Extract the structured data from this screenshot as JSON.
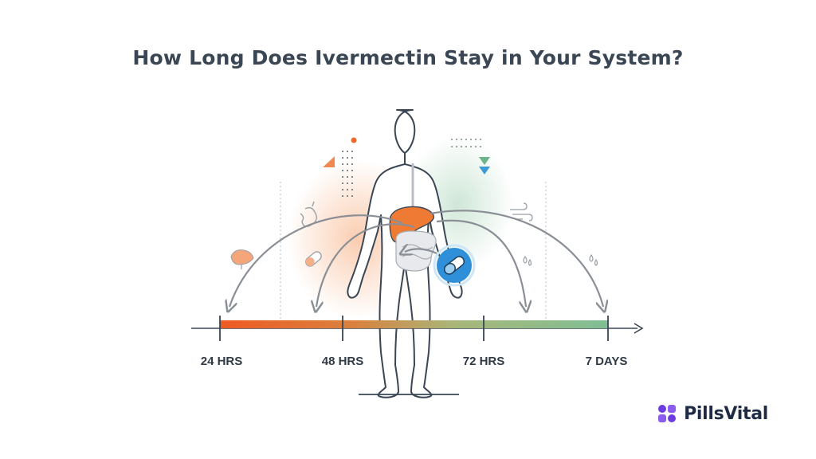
{
  "title": "How Long Does Ivermectin Stay in Your System?",
  "timeline": {
    "ticks": [
      {
        "label": "24 HRS"
      },
      {
        "label": "48 HRS"
      },
      {
        "label": "72 HRS"
      },
      {
        "label": "7 DAYS"
      }
    ]
  },
  "brand": {
    "name": "PillsVital",
    "color": "#6c3ce0"
  },
  "colors": {
    "orange": "#ef6a2c",
    "green": "#7fb89a",
    "blue": "#2f8fd8",
    "outline": "#3a4654",
    "arrow": "#8a8f96"
  },
  "icons": [
    "liver-icon",
    "stomach-icon",
    "pill-icon",
    "capsule-icon",
    "wind-icon",
    "droplets-icon",
    "human-body-icon"
  ]
}
